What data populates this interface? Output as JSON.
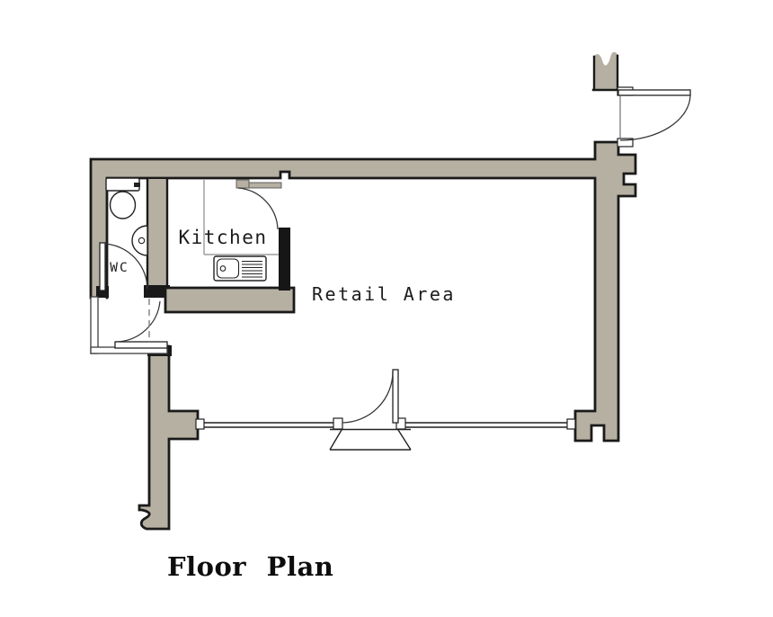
{
  "title": "Floor Plan",
  "rooms": {
    "retail": {
      "label": "Retail Area"
    },
    "kitchen": {
      "label": "Kitchen"
    },
    "wc": {
      "label": "WC"
    }
  },
  "colors": {
    "wall_fill": "#b6b0a2",
    "outline": "#1a1a1a",
    "thin_line": "#3d3d3d",
    "background": "#ffffff"
  }
}
